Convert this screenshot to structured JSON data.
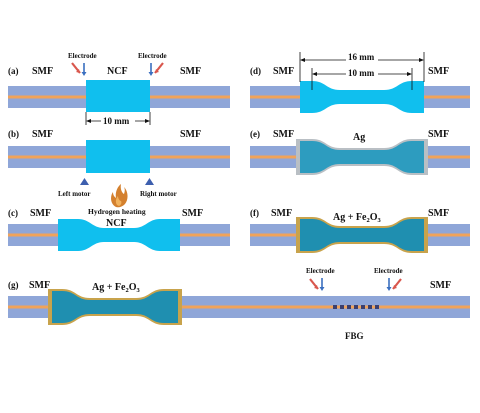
{
  "labels": {
    "smf": "SMF",
    "ncf": "NCF",
    "electrode": "Electrode",
    "dim_10mm": "10 mm",
    "dim_16mm": "16 mm",
    "left_motor": "Left motor",
    "right_motor": "Right motor",
    "hydrogen_heating": "Hydrogen heating",
    "ag": "Ag",
    "ag_fe2o3_main": "Ag + Fe",
    "ag_fe2o3_sub": "2",
    "ag_fe2o3_o": "O",
    "ag_fe2o3_sub2": "3",
    "fbg": "FBG"
  },
  "panels": {
    "a": "(a)",
    "b": "(b)",
    "c": "(c)",
    "d": "(d)",
    "e": "(e)",
    "f": "(f)",
    "g": "(g)"
  },
  "colors": {
    "smf_fill": "#8fa6d8",
    "core": "#f0a35a",
    "ncf": "#10bfee",
    "ag_coat": "#b9bfc4",
    "ag_inner": "#2d9cbf",
    "fe_coat": "#c8a34c",
    "fe_inner": "#1f8fb0",
    "electrode": "#d9574d",
    "electrode_blue": "#3a6fc0",
    "motor": "#3d5fae",
    "flame": "#d4802e",
    "fbg_mark": "#3b3f6e"
  },
  "icons": {
    "electrode": "electrode-arrow-icon",
    "motor": "motor-triangle-icon",
    "flame": "flame-icon"
  }
}
